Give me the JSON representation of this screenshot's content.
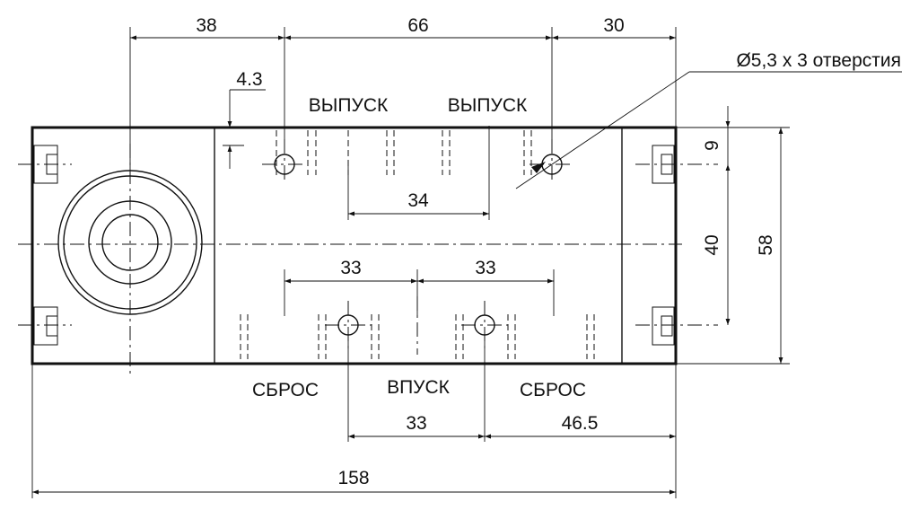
{
  "dimensions": {
    "top_left": "38",
    "top_middle": "66",
    "top_right": "30",
    "offset_small": "4.3",
    "outlet_spacing": "34",
    "exhaust_left_spacing": "33",
    "exhaust_right_spacing": "33",
    "bottom_middle": "33",
    "bottom_right": "46.5",
    "overall_length": "158",
    "right_small": "9",
    "right_middle": "40",
    "right_height": "58"
  },
  "labels": {
    "holes_note": "Ø5,3 x 3 отверстия",
    "outlet_left": "ВЫПУСК",
    "outlet_right": "ВЫПУСК",
    "exhaust_left": "СБРОС",
    "inlet": "ВПУСК",
    "exhaust_right": "СБРОС"
  }
}
